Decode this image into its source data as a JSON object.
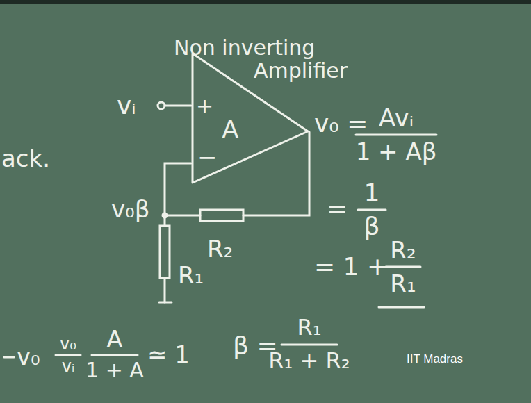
{
  "diagram": {
    "title": "Non inverting Amplifier",
    "nodes": [
      {
        "text": [
          "A"
        ]
      }
    ],
    "labels": [
      "ack.",
      "vᵢ",
      "+",
      "−",
      "v₀ =",
      "Avᵢ",
      "1 + Aβ",
      "=",
      "1",
      "β",
      "= 1 +",
      "R₂",
      "R₁",
      "v₀β",
      "R₂",
      "R₁",
      "β =",
      "R₁",
      "R₁ + R₂",
      "v₀",
      "v₀",
      "vᵢ",
      "A",
      "1 + A",
      "≃ 1",
      "IIT Madras"
    ]
  }
}
